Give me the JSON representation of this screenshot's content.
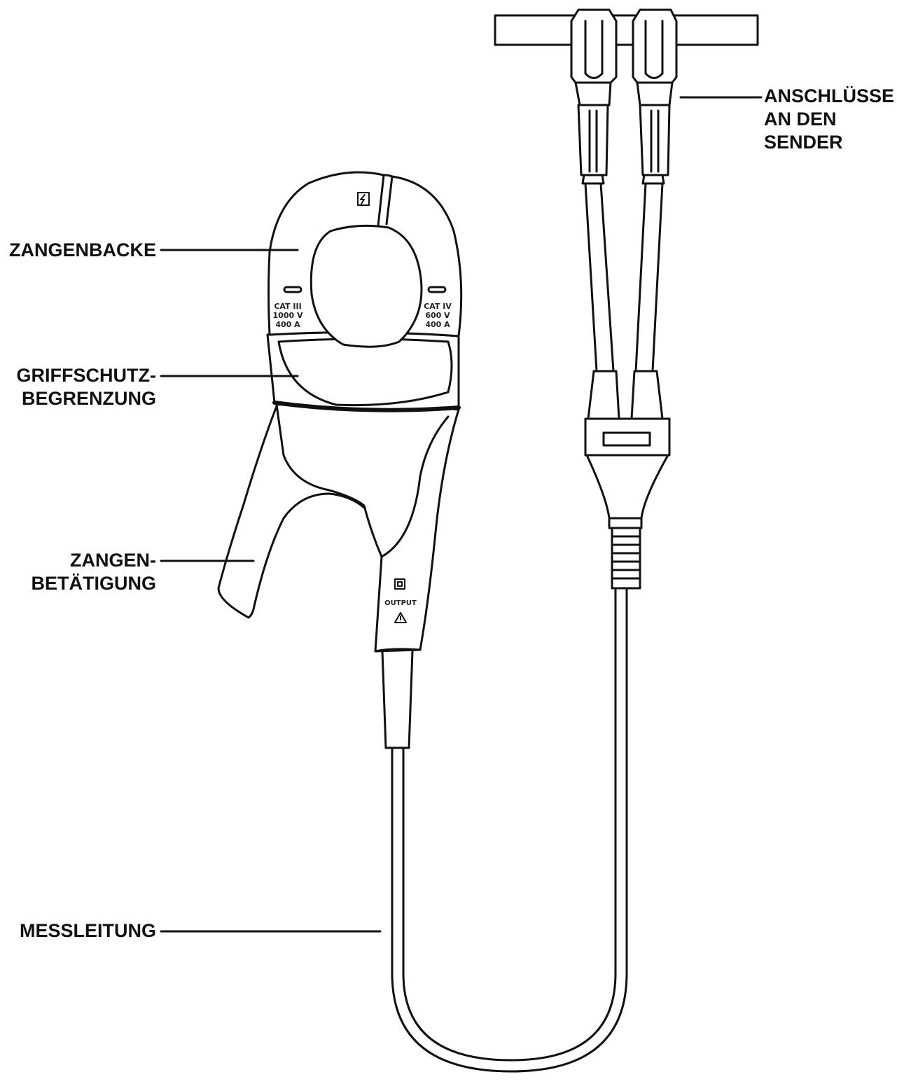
{
  "labels": {
    "jaw": "ZANGENBACKE",
    "guard": [
      "GRIFFSCHUTZ-",
      "BEGRENZUNG"
    ],
    "trigger": [
      "ZANGEN-",
      "BETÄTIGUNG"
    ],
    "lead": "MESSLEITUNG",
    "connectors": [
      "ANSCHLÜSSE",
      "AN DEN",
      "SENDER"
    ]
  },
  "markings": {
    "left_rating": [
      "CAT III",
      "1000 V",
      "400 A"
    ],
    "right_rating": [
      "CAT IV",
      "600 V",
      "400 A"
    ],
    "output": "OUTPUT"
  },
  "colors": {
    "ink": "#111111",
    "fill": "#ffffff"
  },
  "icons": [
    "lightning-box-icon",
    "double-insulation-icon",
    "warning-triangle-icon"
  ]
}
